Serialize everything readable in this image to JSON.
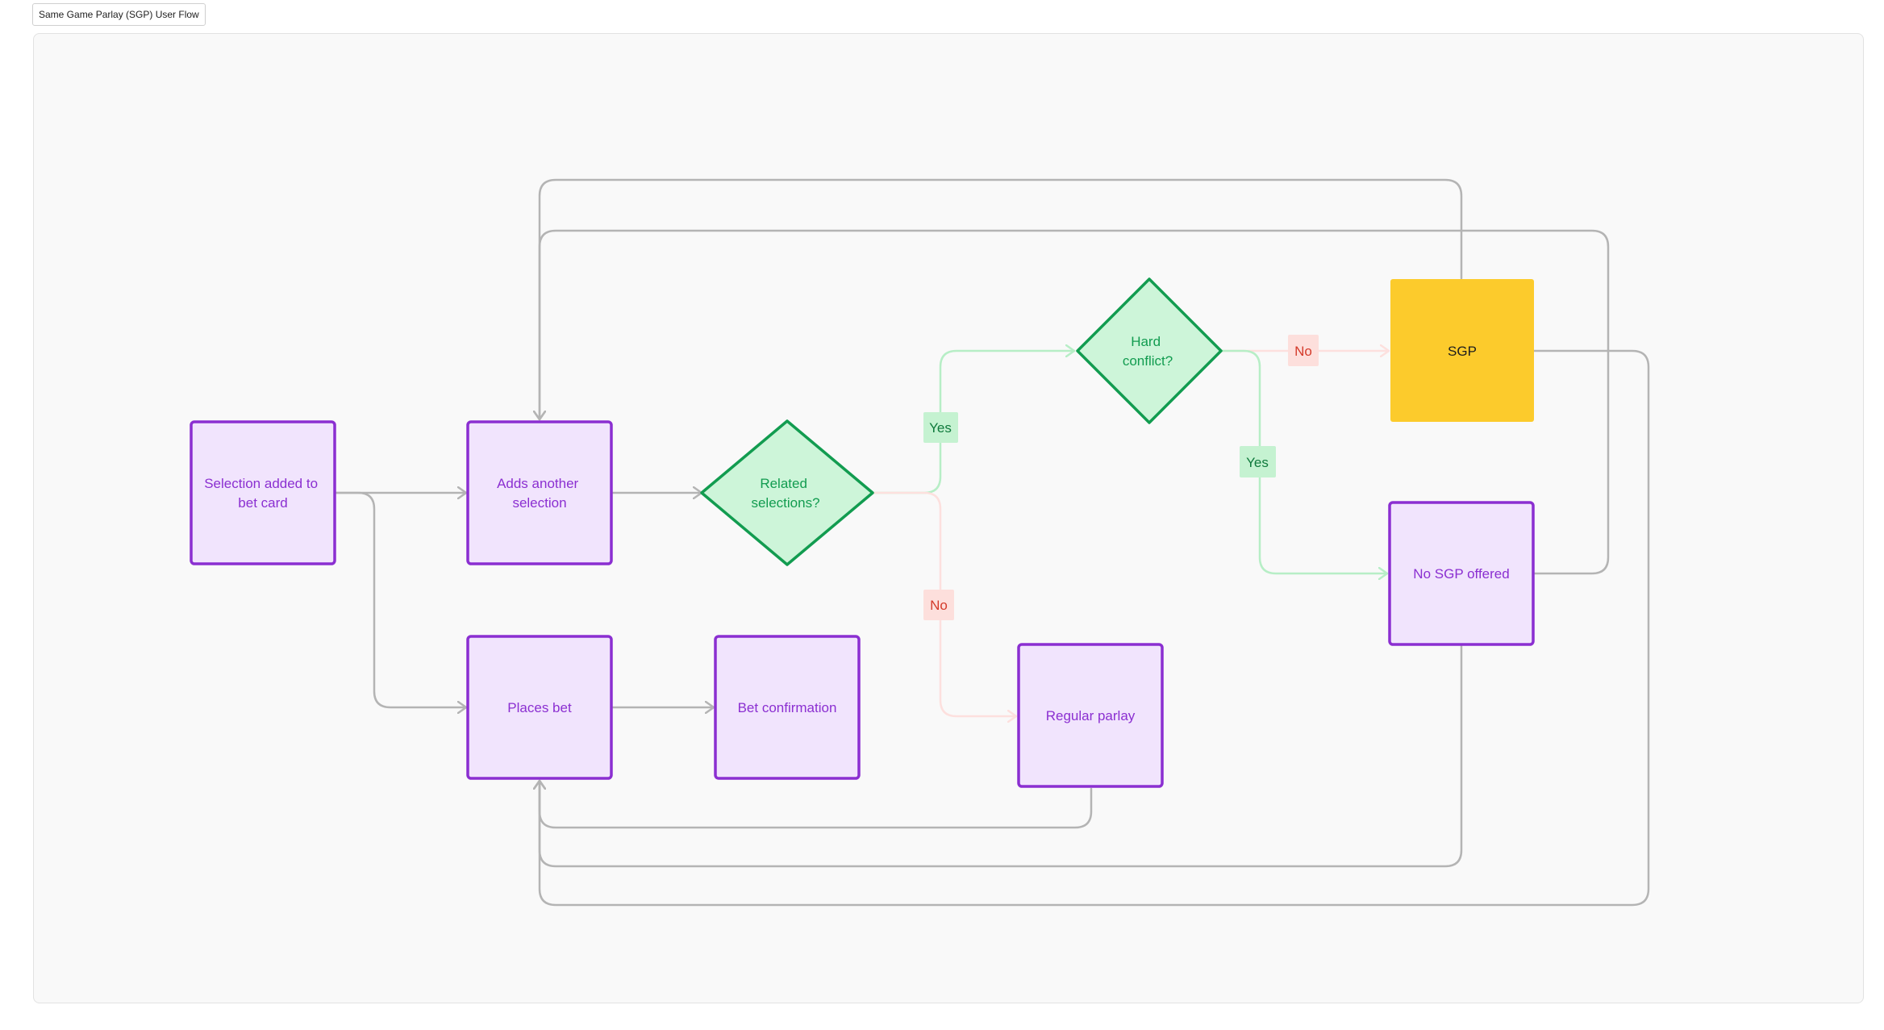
{
  "frame": {
    "title": "Same Game Parlay (SGP) User Flow"
  },
  "colors": {
    "process_fill": "#f1e4fd",
    "process_stroke": "#8b2fd1",
    "process_text": "#8b2fd1",
    "decision_fill": "#cdf5d9",
    "decision_stroke": "#129c50",
    "decision_text": "#129c50",
    "sgp_fill": "#fccb2c",
    "sgp_text": "#1e1e1e",
    "connector": "#b4b4b4",
    "yes_connector": "#b7eec6",
    "no_connector": "#fde0de",
    "yes_tag_fill": "#c5f2d1",
    "yes_tag_text": "#0f7a3c",
    "no_tag_fill": "#fddfdc",
    "no_tag_text": "#d43a2a"
  },
  "nodes": {
    "selection_added": {
      "lines": [
        "Selection added to",
        "bet card"
      ]
    },
    "adds_another": {
      "lines": [
        "Adds another",
        "selection"
      ]
    },
    "related": {
      "lines": [
        "Related",
        "selections?"
      ]
    },
    "hard_conflict": {
      "lines": [
        "Hard",
        "conflict?"
      ]
    },
    "sgp": {
      "lines": [
        "SGP"
      ]
    },
    "no_sgp": {
      "lines": [
        "No SGP offered"
      ]
    },
    "places_bet": {
      "lines": [
        "Places bet"
      ]
    },
    "bet_confirmation": {
      "lines": [
        "Bet confirmation"
      ]
    },
    "regular_parlay": {
      "lines": [
        "Regular parlay"
      ]
    }
  },
  "tags": {
    "related_yes": "Yes",
    "related_no": "No",
    "conflict_no": "No",
    "conflict_yes": "Yes"
  }
}
